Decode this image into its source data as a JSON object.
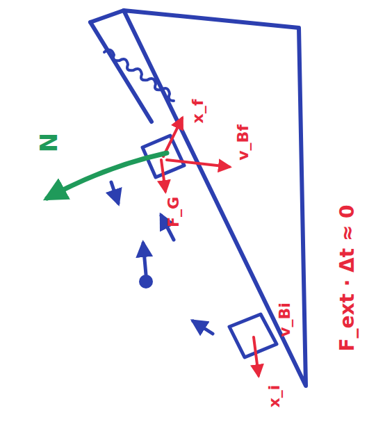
{
  "diagram": {
    "labels": [
      "N",
      "x_f",
      "v_Bf",
      "F_G",
      "v_Bi",
      "x_i",
      "F_ext · Δt ≈ 0"
    ]
  }
}
